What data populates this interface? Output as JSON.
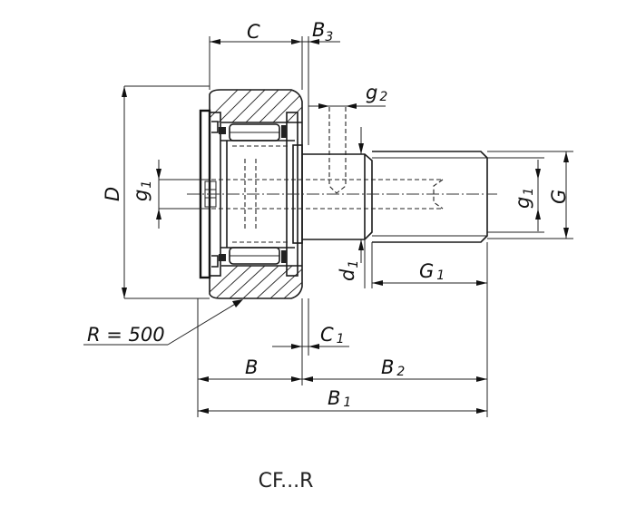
{
  "labels": {
    "C": {
      "main": "C",
      "sub": ""
    },
    "B3": {
      "main": "B",
      "sub": "3"
    },
    "g2": {
      "main": "g",
      "sub": "2"
    },
    "D": {
      "main": "D",
      "sub": ""
    },
    "g1_left": {
      "main": "g",
      "sub": "1"
    },
    "g1_right": {
      "main": "g",
      "sub": "1"
    },
    "G": {
      "main": "G",
      "sub": ""
    },
    "d1": {
      "main": "d",
      "sub": "1"
    },
    "G1": {
      "main": "G",
      "sub": "1"
    },
    "radius": "R = 500",
    "C1": {
      "main": "C",
      "sub": "1"
    },
    "B": {
      "main": "B",
      "sub": ""
    },
    "B2": {
      "main": "B",
      "sub": "2"
    },
    "B1": {
      "main": "B",
      "sub": "1"
    }
  },
  "caption": "CF...R"
}
